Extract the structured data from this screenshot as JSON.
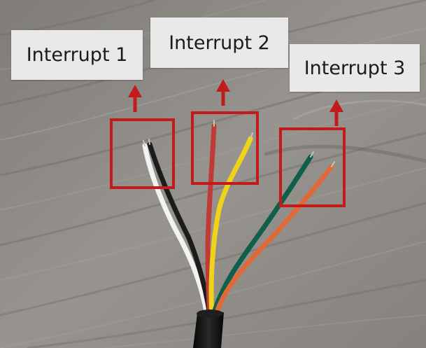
{
  "labels": {
    "interrupt_1": "Interrupt 1",
    "interrupt_2": "Interrupt 2",
    "interrupt_3": "Interrupt 3"
  },
  "colors": {
    "highlight_red": "#c21b1b",
    "label_background": "#e9e9e9",
    "label_text": "#1b1b1b",
    "wood_background": "#8e8c89",
    "wire_white": "#f2f2f0",
    "wire_black": "#1c1c1c",
    "wire_red": "#c23a37",
    "wire_yellow": "#f1d21a",
    "wire_green": "#0f5f4a",
    "wire_orange": "#e0693a",
    "cable_sheath": "#141414"
  }
}
